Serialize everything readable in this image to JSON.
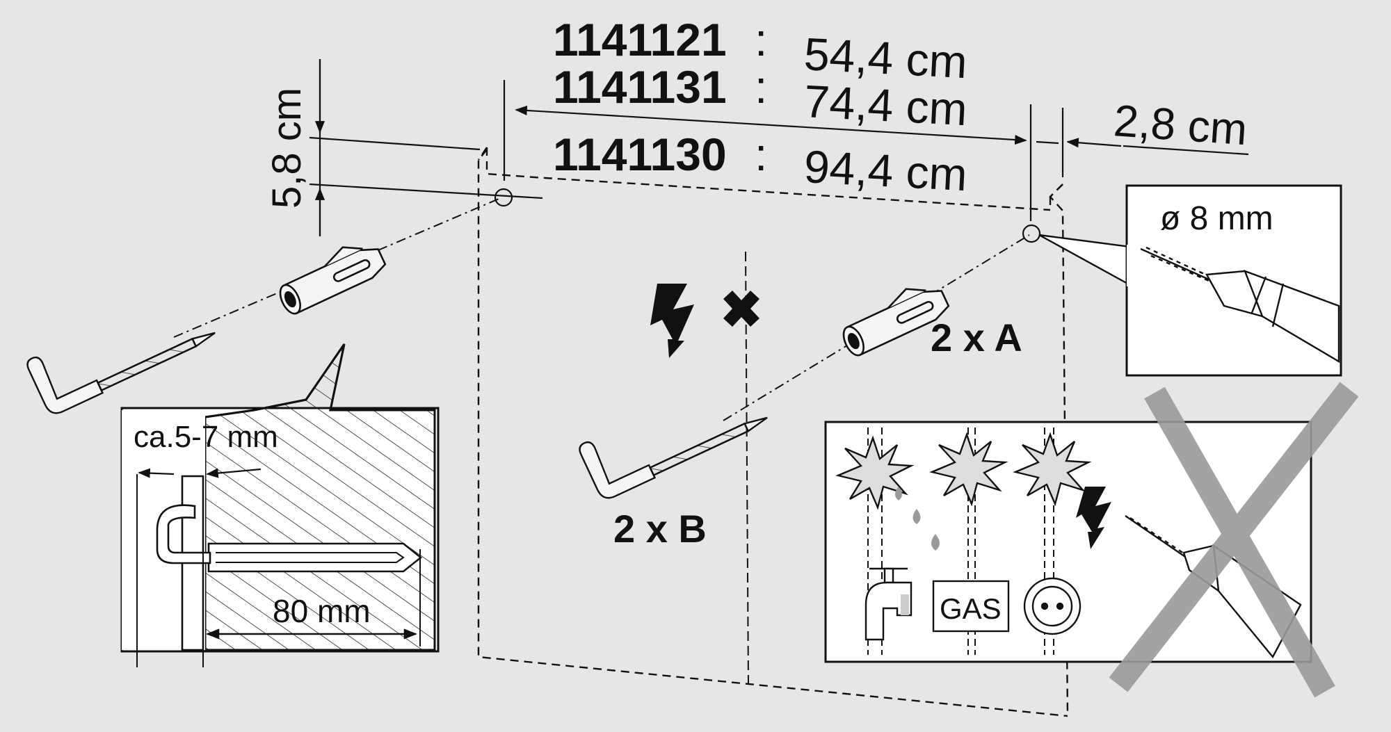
{
  "dimensions": {
    "rows": [
      {
        "code": "1141121",
        "sep": ":",
        "value": "54,4 cm"
      },
      {
        "code": "1141131",
        "sep": ":",
        "value": "74,4 cm"
      },
      {
        "code": "1141130",
        "sep": ":",
        "value": "94,4 cm"
      }
    ],
    "height_offset": "5,8 cm",
    "side_offset": "2,8 cm"
  },
  "drill": {
    "diameter": "ø 8 mm"
  },
  "parts": {
    "dowel_label": "2 x A",
    "hook_label": "2 x B"
  },
  "detail": {
    "gap": "ca.5-7 mm",
    "depth": "80 mm"
  },
  "hazards": {
    "gas_label": "GAS"
  },
  "colors": {
    "background": "#e6e6e6",
    "ink": "#111111",
    "cross": "#9a9a9a"
  }
}
